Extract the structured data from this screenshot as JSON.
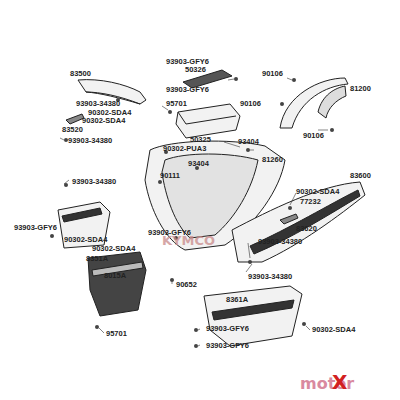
{
  "diagram": {
    "labels": [
      "83500",
      "93903-GFY6",
      "50326",
      "93903-GFY6",
      "90106",
      "81200",
      "90106",
      "90106",
      "95701",
      "93903-34380",
      "90302-SDA4",
      "90302-SDA4",
      "83520",
      "93903-34380",
      "50325",
      "90302-PUA3",
      "93404",
      "81260",
      "93404",
      "83600",
      "90111",
      "93903-34380",
      "90302-SDA4",
      "77232",
      "83620",
      "93903-GFY6",
      "90302-SDA4",
      "90302-SDA4",
      "8351A",
      "93903-GFY6",
      "8015A",
      "90652",
      "93903-34380",
      "93903-34380",
      "8361A",
      "95701",
      "93903-GFY6",
      "90302-SDA4",
      "93903-GFY6",
      "KYMCO",
      "motor",
      "X"
    ]
  }
}
